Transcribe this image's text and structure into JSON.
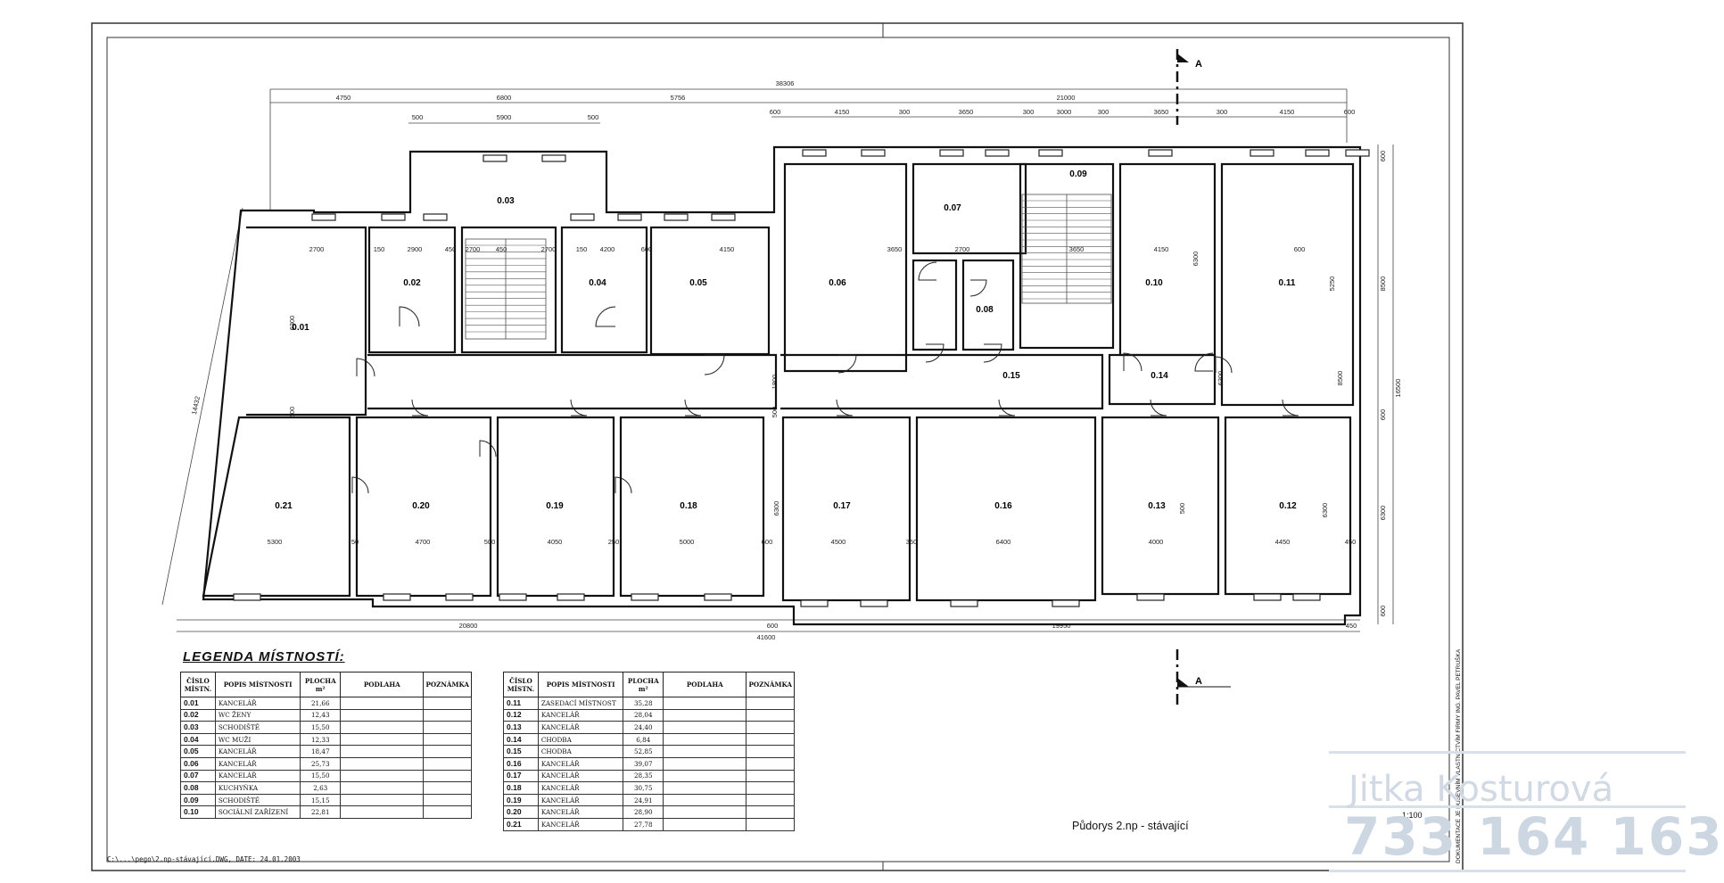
{
  "dimensions": {
    "top_total": "38306",
    "top_left": [
      "4750",
      "6800",
      "5756"
    ],
    "top_right": "21000",
    "top_stair": [
      "500",
      "5900",
      "500"
    ],
    "top_right_parts": [
      "600",
      "4150",
      "300",
      "3650",
      "300",
      "3000",
      "300",
      "3650",
      "300",
      "4150",
      "600"
    ],
    "bottom_total": "41600",
    "bottom_parts": [
      "20800",
      "600",
      "19950",
      "450"
    ],
    "left_diag": "14432",
    "right_total": "16500",
    "right_parts": [
      "600",
      "8500",
      "600",
      "6300",
      "600"
    ]
  },
  "rooms": [
    {
      "id": "0.01"
    },
    {
      "id": "0.02"
    },
    {
      "id": "0.03"
    },
    {
      "id": "0.04"
    },
    {
      "id": "0.05"
    },
    {
      "id": "0.06"
    },
    {
      "id": "0.07"
    },
    {
      "id": "0.08"
    },
    {
      "id": "0.09"
    },
    {
      "id": "0.10"
    },
    {
      "id": "0.11"
    },
    {
      "id": "0.14"
    },
    {
      "id": "0.15"
    },
    {
      "id": "0.21"
    },
    {
      "id": "0.20"
    },
    {
      "id": "0.19"
    },
    {
      "id": "0.18"
    },
    {
      "id": "0.17"
    },
    {
      "id": "0.16"
    },
    {
      "id": "0.13"
    },
    {
      "id": "0.12"
    }
  ],
  "inner_dims": {
    "row1": [
      "2700",
      "150",
      "2900",
      "450",
      "2700",
      "450",
      "2700",
      "150",
      "4200",
      "600",
      "4150",
      "3650",
      "2700",
      "3650",
      "4150",
      "600"
    ],
    "row2": [
      "5300",
      "50",
      "4700",
      "500",
      "4050",
      "250",
      "5000",
      "600",
      "4500",
      "350",
      "6400",
      "4000",
      "4450",
      "450"
    ],
    "vert": [
      "6300",
      "500",
      "1800",
      "500",
      "6300",
      "500",
      "6300",
      "5250",
      "6300",
      "8500",
      "6300"
    ]
  },
  "section_marker": "A",
  "legend": {
    "title": "LEGENDA MÍSTNOSTÍ:",
    "headers": [
      "ČÍSLO MÍSTN.",
      "POPIS MÍSTNOSTI",
      "PLOCHA m²",
      "PODLAHA",
      "POZNÁMKA"
    ],
    "left_rows": [
      [
        "0.01",
        "KANCELÁŘ",
        "21,66"
      ],
      [
        "0.02",
        "WC ŽENY",
        "12,43"
      ],
      [
        "0.03",
        "SCHODIŠTĚ",
        "15,50"
      ],
      [
        "0.04",
        "WC MUŽI",
        "12,33"
      ],
      [
        "0.05",
        "KANCELÁŘ",
        "18,47"
      ],
      [
        "0.06",
        "KANCELÁŘ",
        "25,73"
      ],
      [
        "0.07",
        "KANCELÁŘ",
        "15,50"
      ],
      [
        "0.08",
        "KUCHYŇKA",
        "2,63"
      ],
      [
        "0.09",
        "SCHODIŠTĚ",
        "15,15"
      ],
      [
        "0.10",
        "SOCIÁLNÍ ZAŘÍZENÍ",
        "22,81"
      ]
    ],
    "right_rows": [
      [
        "0.11",
        "ZASEDACÍ MÍSTNOST",
        "35,28"
      ],
      [
        "0.12",
        "KANCELÁŘ",
        "28,04"
      ],
      [
        "0.13",
        "KANCELÁŘ",
        "24,40"
      ],
      [
        "0.14",
        "CHODBA",
        "6,84"
      ],
      [
        "0.15",
        "CHODBA",
        "52,85"
      ],
      [
        "0.16",
        "KANCELÁŘ",
        "39,07"
      ],
      [
        "0.17",
        "KANCELÁŘ",
        "28,35"
      ],
      [
        "0.18",
        "KANCELÁŘ",
        "30,75"
      ],
      [
        "0.19",
        "KANCELÁŘ",
        "24,91"
      ],
      [
        "0.20",
        "KANCELÁŘ",
        "28,90"
      ],
      [
        "0.21",
        "KANCELÁŘ",
        "27,78"
      ]
    ]
  },
  "plan_title": "Půdorys 2.np - stávající",
  "scale": "1:100",
  "file_path": "C:\\...\\pego\\2.np-stávající.DWG, DATE: 24.01.2003",
  "side_note": "DOKUMENTACE JE DUŠEVNÍM VLASTNICTVÍM FIRMY ING. PAVEL PETRUŠKA",
  "watermark": {
    "name": "Jitka Kosturová",
    "phone": "733 164 163"
  }
}
